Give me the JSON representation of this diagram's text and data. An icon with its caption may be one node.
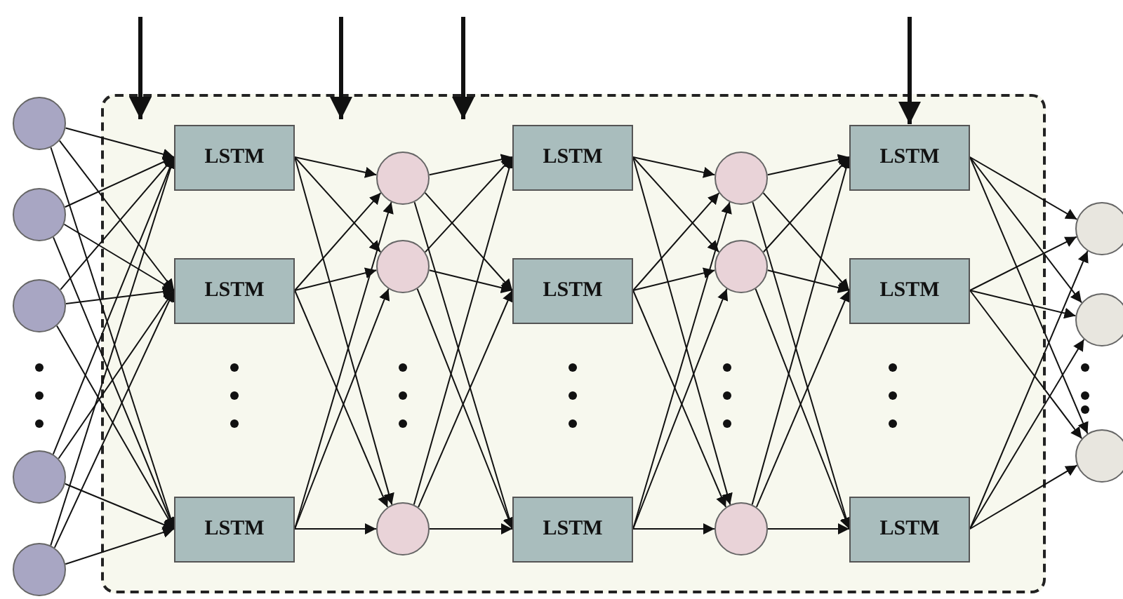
{
  "diagram": {
    "nodes": [
      {
        "text": [],
        "shape": "box"
      },
      {
        "text": [],
        "shape": "circle"
      },
      {
        "text": [],
        "shape": "circle"
      },
      {
        "text": [],
        "shape": "circle"
      },
      {
        "text": [],
        "shape": "circle"
      },
      {
        "text": [],
        "shape": "circle"
      },
      {
        "text": [
          "LSTM"
        ],
        "in": 0
      },
      {
        "text": [
          "LSTM"
        ],
        "in": 0
      },
      {
        "text": [
          "LSTM"
        ],
        "in": 0
      },
      {
        "text": [],
        "shape": "circle",
        "in": 0
      },
      {
        "text": [],
        "shape": "circle",
        "in": 0
      },
      {
        "text": [],
        "shape": "circle",
        "in": 0
      },
      {
        "text": [
          "LSTM"
        ],
        "in": 0
      },
      {
        "text": [
          "LSTM"
        ],
        "in": 0
      },
      {
        "text": [
          "LSTM"
        ],
        "in": 0
      },
      {
        "text": [],
        "shape": "circle",
        "in": 0
      },
      {
        "text": [],
        "shape": "circle",
        "in": 0
      },
      {
        "text": [],
        "shape": "circle",
        "in": 0
      },
      {
        "text": [
          "LSTM"
        ],
        "in": 0
      },
      {
        "text": [
          "LSTM"
        ],
        "in": 0
      },
      {
        "text": [
          "LSTM"
        ],
        "in": 0
      },
      {
        "text": [],
        "shape": "circle"
      },
      {
        "text": [],
        "shape": "circle"
      },
      {
        "text": [],
        "shape": "circle"
      }
    ],
    "edges": [
      {
        "from": 1,
        "to": 6,
        "arrow": "to"
      },
      {
        "from": 1,
        "to": 7,
        "arrow": "to"
      },
      {
        "from": 1,
        "to": 8,
        "arrow": "to"
      },
      {
        "from": 2,
        "to": 6,
        "arrow": "to"
      },
      {
        "from": 2,
        "to": 7,
        "arrow": "to"
      },
      {
        "from": 2,
        "to": 8,
        "arrow": "to"
      },
      {
        "from": 3,
        "to": 6,
        "arrow": "to"
      },
      {
        "from": 3,
        "to": 7,
        "arrow": "to"
      },
      {
        "from": 3,
        "to": 8,
        "arrow": "to"
      },
      {
        "from": 4,
        "to": 6,
        "arrow": "to"
      },
      {
        "from": 4,
        "to": 7,
        "arrow": "to"
      },
      {
        "from": 4,
        "to": 8,
        "arrow": "to"
      },
      {
        "from": 5,
        "to": 6,
        "arrow": "to"
      },
      {
        "from": 5,
        "to": 7,
        "arrow": "to"
      },
      {
        "from": 5,
        "to": 8,
        "arrow": "to"
      },
      {
        "from": 6,
        "to": 9,
        "arrow": "to"
      },
      {
        "from": 6,
        "to": 10,
        "arrow": "to"
      },
      {
        "from": 6,
        "to": 11,
        "arrow": "to"
      },
      {
        "from": 7,
        "to": 9,
        "arrow": "to"
      },
      {
        "from": 7,
        "to": 10,
        "arrow": "to"
      },
      {
        "from": 7,
        "to": 11,
        "arrow": "to"
      },
      {
        "from": 8,
        "to": 9,
        "arrow": "to"
      },
      {
        "from": 8,
        "to": 10,
        "arrow": "to"
      },
      {
        "from": 8,
        "to": 11,
        "arrow": "to"
      },
      {
        "from": 9,
        "to": 12,
        "arrow": "to"
      },
      {
        "from": 9,
        "to": 13,
        "arrow": "to"
      },
      {
        "from": 9,
        "to": 14,
        "arrow": "to"
      },
      {
        "from": 10,
        "to": 12,
        "arrow": "to"
      },
      {
        "from": 10,
        "to": 13,
        "arrow": "to"
      },
      {
        "from": 10,
        "to": 14,
        "arrow": "to"
      },
      {
        "from": 11,
        "to": 12,
        "arrow": "to"
      },
      {
        "from": 11,
        "to": 13,
        "arrow": "to"
      },
      {
        "from": 11,
        "to": 14,
        "arrow": "to"
      },
      {
        "from": 12,
        "to": 15,
        "arrow": "to"
      },
      {
        "from": 12,
        "to": 16,
        "arrow": "to"
      },
      {
        "from": 12,
        "to": 17,
        "arrow": "to"
      },
      {
        "from": 13,
        "to": 15,
        "arrow": "to"
      },
      {
        "from": 13,
        "to": 16,
        "arrow": "to"
      },
      {
        "from": 13,
        "to": 17,
        "arrow": "to"
      },
      {
        "from": 14,
        "to": 15,
        "arrow": "to"
      },
      {
        "from": 14,
        "to": 16,
        "arrow": "to"
      },
      {
        "from": 14,
        "to": 17,
        "arrow": "to"
      },
      {
        "from": 15,
        "to": 18,
        "arrow": "to"
      },
      {
        "from": 15,
        "to": 19,
        "arrow": "to"
      },
      {
        "from": 15,
        "to": 20,
        "arrow": "to"
      },
      {
        "from": 16,
        "to": 18,
        "arrow": "to"
      },
      {
        "from": 16,
        "to": 19,
        "arrow": "to"
      },
      {
        "from": 16,
        "to": 20,
        "arrow": "to"
      },
      {
        "from": 17,
        "to": 18,
        "arrow": "to"
      },
      {
        "from": 17,
        "to": 19,
        "arrow": "to"
      },
      {
        "from": 17,
        "to": 20,
        "arrow": "to"
      },
      {
        "from": 18,
        "to": 21,
        "arrow": "to"
      },
      {
        "from": 18,
        "to": 22,
        "arrow": "to"
      },
      {
        "from": 18,
        "to": 23,
        "arrow": "to"
      },
      {
        "from": 19,
        "to": 21,
        "arrow": "to"
      },
      {
        "from": 19,
        "to": 22,
        "arrow": "to"
      },
      {
        "from": 19,
        "to": 23,
        "arrow": "to"
      },
      {
        "from": 20,
        "to": 21,
        "arrow": "to"
      },
      {
        "from": 20,
        "to": 22,
        "arrow": "to"
      },
      {
        "from": 20,
        "to": 23,
        "arrow": "to"
      },
      {
        "from": null,
        "to": 0,
        "arrow": "to",
        "style": "thick"
      },
      {
        "from": null,
        "to": 0,
        "arrow": "to",
        "style": "thick"
      },
      {
        "from": null,
        "to": 0,
        "arrow": "to",
        "style": "thick"
      },
      {
        "from": null,
        "to": 18,
        "arrow": "to",
        "style": "thick"
      }
    ]
  }
}
